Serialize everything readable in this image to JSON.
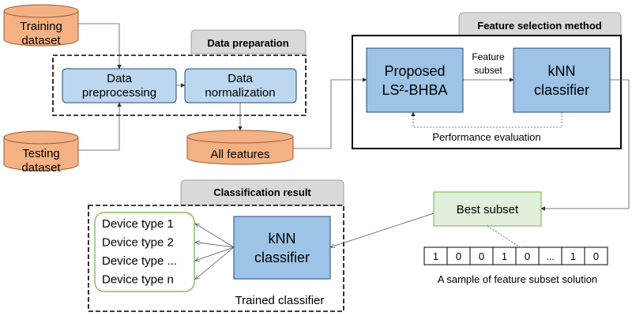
{
  "sources": {
    "training": [
      "Training",
      "dataset"
    ],
    "testing": [
      "Testing",
      "dataset"
    ],
    "all_features": "All features"
  },
  "data_preparation": {
    "title": "Data preparation",
    "preprocessing": [
      "Data",
      "preprocessing"
    ],
    "normalization": [
      "Data",
      "normalization"
    ]
  },
  "feature_selection": {
    "title": "Feature selection method",
    "proposed": [
      "Proposed",
      "LS²-BHBA"
    ],
    "knn": [
      "kNN",
      "classifier"
    ],
    "edge_label": [
      "Feature",
      "subset"
    ],
    "feedback_label": "Performance evaluation"
  },
  "best_subset": {
    "label": "Best subset",
    "sample_bits": [
      "1",
      "0",
      "0",
      "1",
      "0",
      "...",
      "1",
      "0"
    ],
    "sample_caption": "A sample of feature subset solution"
  },
  "classification": {
    "title": "Classification result",
    "knn": [
      "kNN",
      "classifier"
    ],
    "device_types": [
      "Device type 1",
      "Device type 2",
      "Device type ...",
      "Device type n"
    ],
    "caption": "Trained classifier"
  },
  "colors": {
    "orange": "#F4B183",
    "orange_stroke": "#9A5B2E",
    "light_blue": "#BDD7EE",
    "mid_blue": "#9DC3E6",
    "blue_stroke": "#1F4E79",
    "green_fill": "#E2EFDA",
    "green_stroke": "#70AD47",
    "tab_gray": "#D9D9D9"
  }
}
